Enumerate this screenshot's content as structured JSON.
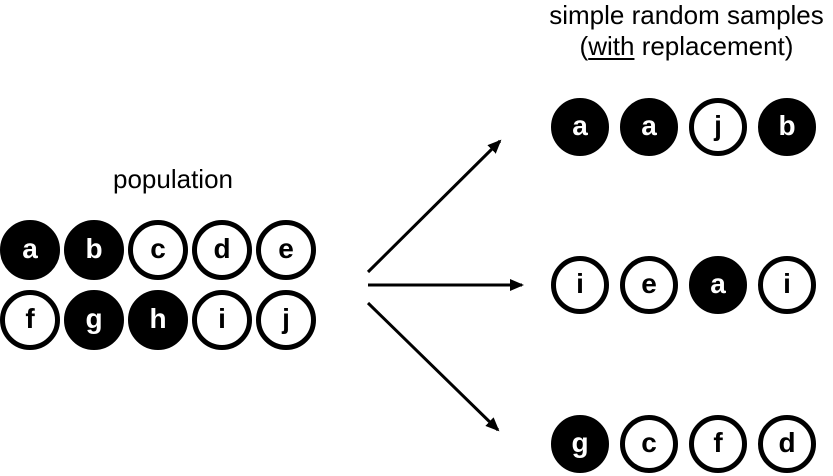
{
  "title": {
    "line1": "simple random samples",
    "line2_prefix": "(",
    "line2_underlined": "with",
    "line2_suffix": " replacement)"
  },
  "population": {
    "label": "population",
    "rows": [
      [
        {
          "label": "a",
          "filled": true
        },
        {
          "label": "b",
          "filled": true
        },
        {
          "label": "c",
          "filled": false
        },
        {
          "label": "d",
          "filled": false
        },
        {
          "label": "e",
          "filled": false
        }
      ],
      [
        {
          "label": "f",
          "filled": false
        },
        {
          "label": "g",
          "filled": true
        },
        {
          "label": "h",
          "filled": true
        },
        {
          "label": "i",
          "filled": false
        },
        {
          "label": "j",
          "filled": false
        }
      ]
    ]
  },
  "samples": [
    {
      "items": [
        {
          "label": "a",
          "filled": true
        },
        {
          "label": "a",
          "filled": true
        },
        {
          "label": "j",
          "filled": false
        },
        {
          "label": "b",
          "filled": true
        }
      ]
    },
    {
      "items": [
        {
          "label": "i",
          "filled": false
        },
        {
          "label": "e",
          "filled": false
        },
        {
          "label": "a",
          "filled": true
        },
        {
          "label": "i",
          "filled": false
        }
      ]
    },
    {
      "items": [
        {
          "label": "g",
          "filled": true
        },
        {
          "label": "c",
          "filled": false
        },
        {
          "label": "f",
          "filled": false
        },
        {
          "label": "d",
          "filled": false
        }
      ]
    }
  ],
  "colors": {
    "filled": "#000000",
    "empty": "#ffffff",
    "stroke": "#000000",
    "text_on_filled": "#ffffff",
    "text_on_empty": "#000000",
    "arrow": "#000000",
    "background": "#ffffff"
  }
}
